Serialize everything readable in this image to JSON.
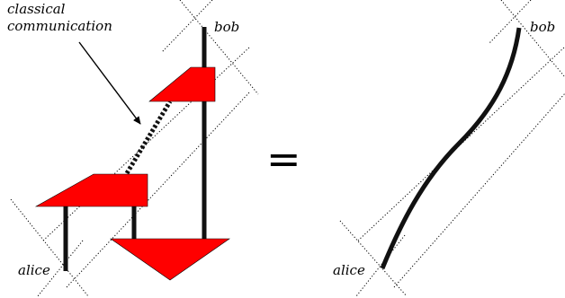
{
  "labels": {
    "annotation_line1": "classical",
    "annotation_line2": "communication",
    "bob_left": "bob",
    "alice_left": "alice",
    "equals": "=",
    "bob_right": "bob",
    "alice_right": "alice"
  },
  "colors": {
    "box_fill": "#ff0000",
    "wire": "#111111",
    "guides": "#000000"
  }
}
